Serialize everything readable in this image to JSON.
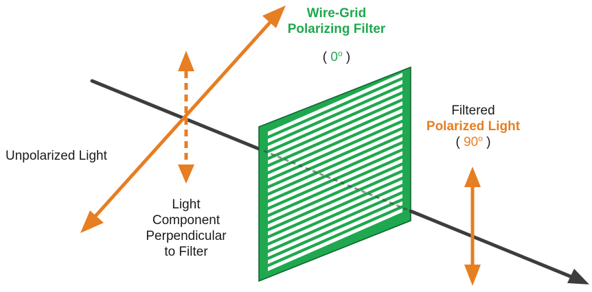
{
  "colors": {
    "accent_orange": "#e67e22",
    "filter_green": "#1fa84f",
    "filter_border": "#0d5e2c",
    "beam": "#3d3d3d",
    "text": "#1a1a1a"
  },
  "filter": {
    "title_line1": "Wire-Grid",
    "title_line2": "Polarizing Filter",
    "angle_open": "(",
    "angle_value": "0",
    "angle_unit": "o",
    "angle_close": ")"
  },
  "unpolarized": {
    "label": "Unpolarized Light"
  },
  "perpendicular": {
    "line1": "Light",
    "line2": "Component",
    "line3": "Perpendicular",
    "line4": "to Filter"
  },
  "filtered": {
    "line1": "Filtered",
    "line2": "Polarized Light",
    "angle_open": "(",
    "angle_value": "90",
    "angle_unit": "o",
    "angle_close": ")"
  }
}
